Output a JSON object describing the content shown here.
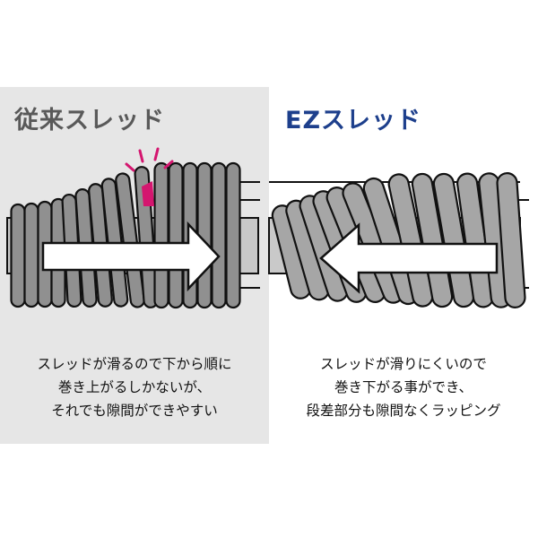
{
  "left": {
    "title": "従来スレッド",
    "caption": [
      "スレッドが滑るので下から順に",
      "巻き上がるしかないが、",
      "それでも隙間ができやすい"
    ]
  },
  "right": {
    "title": "EZスレッド",
    "caption": [
      "スレッドが滑りにくいので",
      "巻き下がる事ができ、",
      "段差部分も隙間なくラッピング"
    ]
  },
  "colors": {
    "left_bg": "#e6e6e6",
    "title_left": "#595959",
    "title_right": "#1d3f8c",
    "coil_dark": "#909090",
    "coil_light": "#a6a6a6",
    "gap_marker": "#d4166f"
  }
}
